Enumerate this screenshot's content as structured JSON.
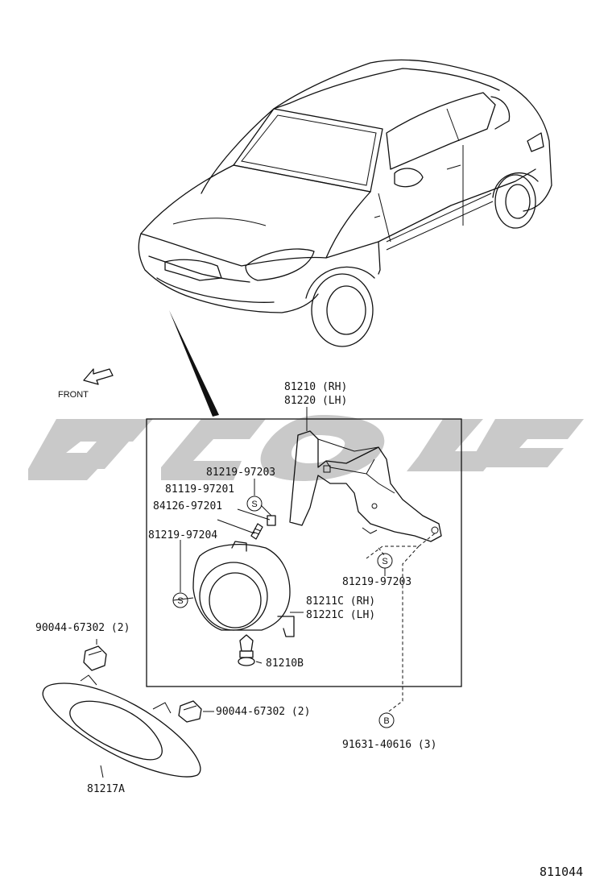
{
  "orientation": {
    "front_label": "FRONT"
  },
  "parts": {
    "bracket_rh": "81210 (RH)",
    "bracket_lh": "81220 (LH)",
    "screw_top": "81219-97203",
    "clip": "81119-97201",
    "spring": "84126-97201",
    "screw_left": "81219-97204",
    "screw_right": "81219-97203",
    "lamp_rh": "81211C (RH)",
    "lamp_lh": "81221C (LH)",
    "bulb": "81210B",
    "nut_upper": "90044-67302 (2)",
    "nut_lower": "90044-67302 (2)",
    "bolt": "91631-40616 (3)",
    "cover": "81217A"
  },
  "symbols": {
    "screw": "S",
    "bolt": "B"
  },
  "illustration_number": "811044",
  "colors": {
    "line": "#111111",
    "watermark": "#c9c9c9",
    "background": "#ffffff"
  }
}
